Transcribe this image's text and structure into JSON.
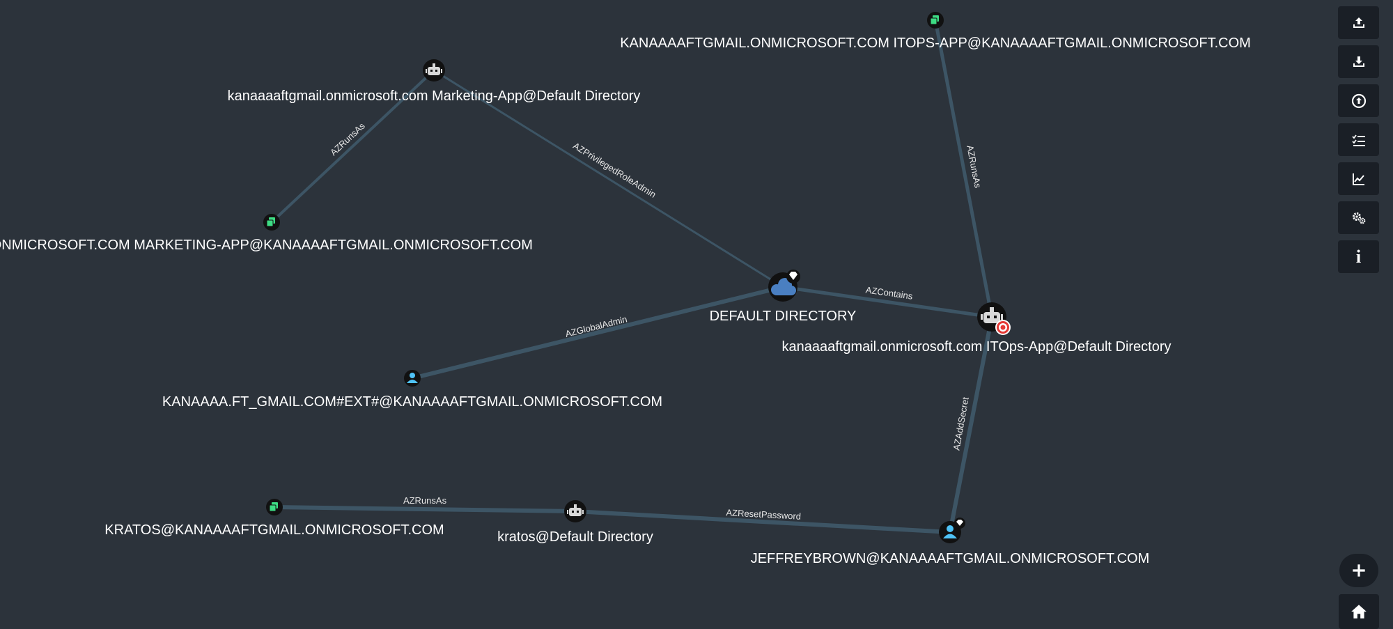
{
  "graph": {
    "nodes": {
      "default_dir": {
        "label": "DEFAULT DIRECTORY",
        "icon": "cloud-icon"
      },
      "marketing_app": {
        "label": "kanaaaaftgmail.onmicrosoft.com Marketing-App@Default Directory",
        "icon": "robot-icon"
      },
      "marketing_sp": {
        "label": "AAAAFTGMAIL.ONMICROSOFT.COM MARKETING-APP@KANAAAAFTGMAIL.ONMICROSOFT.COM",
        "icon": "app-icon"
      },
      "itops_sp": {
        "label": "KANAAAAFTGMAIL.ONMICROSOFT.COM ITOPS-APP@KANAAAAFTGMAIL.ONMICROSOFT.COM",
        "icon": "app-icon"
      },
      "itops_app": {
        "label": "kanaaaaftgmail.onmicrosoft.com ITOps-App@Default Directory",
        "icon": "robot-icon"
      },
      "ext_user": {
        "label": "KANAAAA.FT_GMAIL.COM#EXT#@KANAAAAFTGMAIL.ONMICROSOFT.COM",
        "icon": "user-icon"
      },
      "kratos_sp": {
        "label": "KRATOS@KANAAAAFTGMAIL.ONMICROSOFT.COM",
        "icon": "app-icon"
      },
      "kratos_app": {
        "label": "kratos@Default Directory",
        "icon": "robot-icon"
      },
      "jeffrey": {
        "label": "JEFFREYBROWN@KANAAAAFTGMAIL.ONMICROSOFT.COM",
        "icon": "user-icon"
      }
    },
    "edges": {
      "e1": {
        "label": "AZRunsAs"
      },
      "e2": {
        "label": "AZPrivilegedRoleAdmin"
      },
      "e3": {
        "label": "AZRunsAs"
      },
      "e4": {
        "label": "AZContains"
      },
      "e5": {
        "label": "AZGlobalAdmin"
      },
      "e6": {
        "label": "AZAddSecret"
      },
      "e7": {
        "label": "AZRunsAs"
      },
      "e8": {
        "label": "AZResetPassword"
      }
    }
  },
  "toolbar": {
    "buttons": [
      "upload-icon",
      "download-icon",
      "upload-circle-icon",
      "checklist-icon",
      "chart-icon",
      "settings-icon",
      "info-icon"
    ],
    "info_glyph": "i"
  },
  "controls": {
    "zoom_in": "plus-icon",
    "home": "home-icon"
  },
  "colors": {
    "background": "#2c333b",
    "edge": "#3d5565",
    "node_fill": "#111111",
    "app_icon": "#3ddc84",
    "user_icon": "#4fc3f7",
    "cloud_icon": "#4a7fc1",
    "target_badge": "#e53935"
  }
}
